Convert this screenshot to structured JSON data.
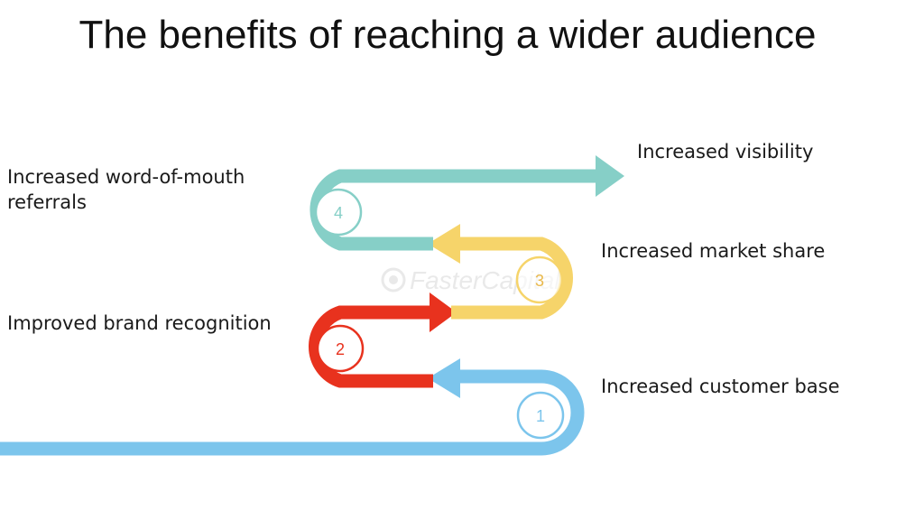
{
  "title": "The benefits of reaching a wider audience",
  "colors": {
    "step1": "#7cc5ec",
    "step2": "#e8321e",
    "step3": "#f6d46a",
    "step4": "#86cfc7"
  },
  "watermark": "FasterCapital",
  "steps": [
    {
      "number": "1",
      "label": "Increased customer base"
    },
    {
      "number": "2",
      "label": "Improved brand recognition"
    },
    {
      "number": "3",
      "label": "Increased market share"
    },
    {
      "number": "4",
      "label": "Increased word-of-mouth referrals"
    }
  ],
  "final": {
    "label": "Increased visibility"
  }
}
